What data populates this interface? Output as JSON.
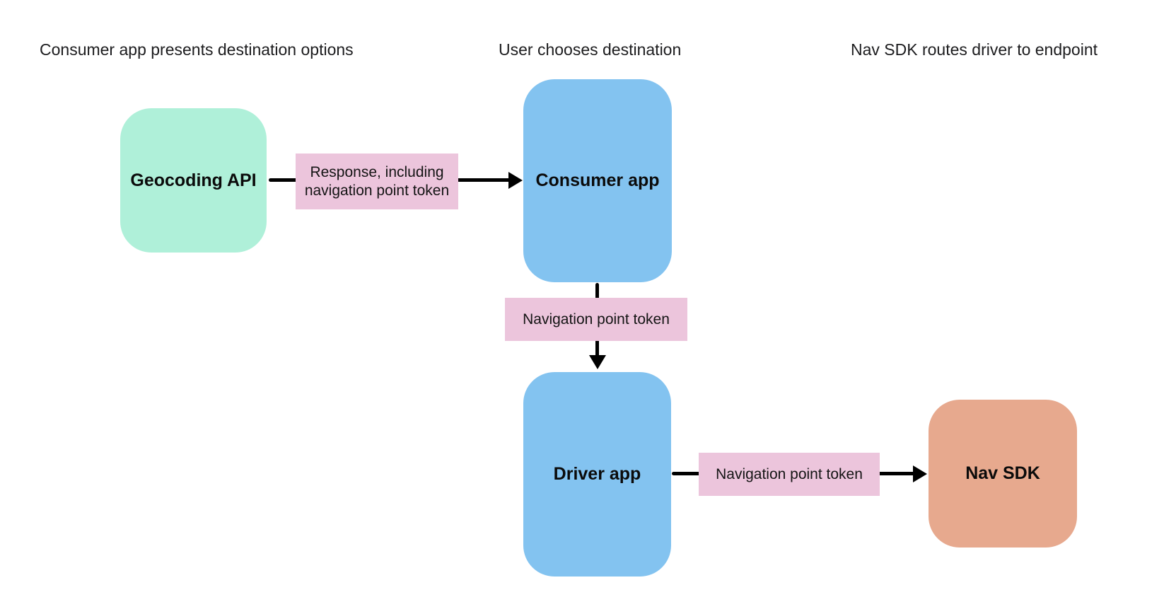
{
  "diagram": {
    "column_headers": [
      {
        "label": "Consumer app presents destination options"
      },
      {
        "label": "User chooses destination"
      },
      {
        "label": "Nav SDK routes driver to endpoint"
      }
    ],
    "nodes": [
      {
        "id": "geocoding-api",
        "label": "Geocoding API",
        "fill": "#aff0d9"
      },
      {
        "id": "consumer-app",
        "label": "Consumer app",
        "fill": "#83c3f0"
      },
      {
        "id": "driver-app",
        "label": "Driver app",
        "fill": "#83c3f0"
      },
      {
        "id": "nav-sdk",
        "label": "Nav SDK",
        "fill": "#e7a98e"
      }
    ],
    "edges": [
      {
        "from": "Geocoding API",
        "to": "Consumer app",
        "direction": "right",
        "label": "Response, including navigation point token"
      },
      {
        "from": "Consumer app",
        "to": "Driver app",
        "direction": "down",
        "label": "Navigation point token"
      },
      {
        "from": "Driver app",
        "to": "Nav SDK",
        "direction": "right",
        "label": "Navigation point token"
      }
    ],
    "colors": {
      "background": "#ffffff",
      "node_green": "#aff0d9",
      "node_blue": "#83c3f0",
      "node_orange": "#e7a98e",
      "edge_label_pink": "#ecc5dc",
      "arrow": "#000000",
      "header_text": "#1c1c1e",
      "node_text": "#0b0b0b"
    }
  }
}
